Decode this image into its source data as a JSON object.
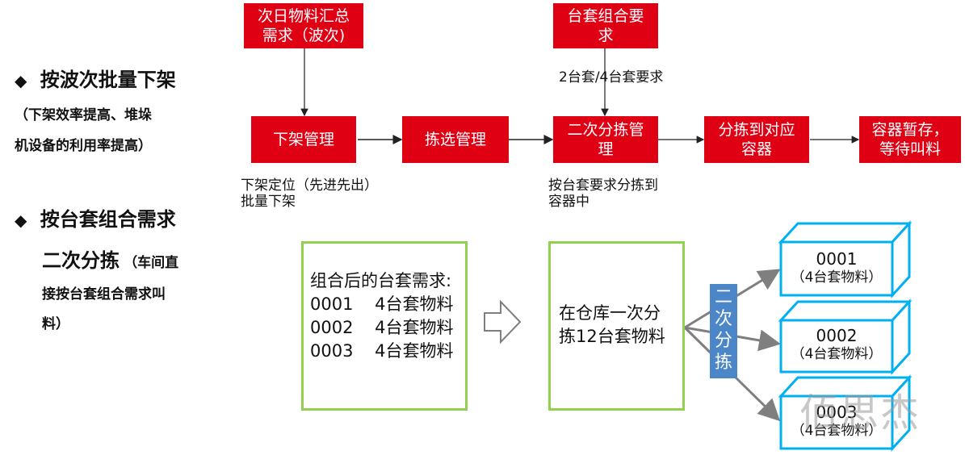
{
  "left": {
    "bullet1_title": "按波次批量下架",
    "bullet1_sub_line1": "（下架效率提高、堆垛",
    "bullet1_sub_line2": "机设备的利用率提高）",
    "bullet2_title_line1": "按台套组合需求",
    "bullet2_title_line2": "二次分拣",
    "bullet2_sub_inline": "（车间直",
    "bullet2_sub_line2": "接按台套组合需求叫",
    "bullet2_sub_line3": "料）"
  },
  "flow": {
    "top_left_line1": "次日物料汇总",
    "top_left_line2": "需求（波次)",
    "top_right_line1": "台套组合要",
    "top_right_line2": "求",
    "top_right_note": "2台套/4台套要求",
    "step1": "下架管理",
    "step2": "拣选管理",
    "step3_line1": "二次分拣管",
    "step3_line2": "理",
    "step4_line1": "分拣到对应",
    "step4_line2": "容器",
    "step5_line1": "容器暂存，",
    "step5_line2": "等待叫料",
    "note_step1_line1": "下架定位（先进先出）",
    "note_step1_line2": "批量下架",
    "note_step3_line1": "按台套要求分拣到",
    "note_step3_line2": "容器中"
  },
  "lower": {
    "box1_line1": "组合后的台套需求:",
    "box1_line2": "0001    4台套物料",
    "box1_line3": "0002    4台套物料",
    "box1_line4": "0003    4台套物料",
    "box2_line1": "在仓库一次分",
    "box2_line2": "拣12台套物料",
    "label": [
      "二",
      "次",
      "分",
      "拣"
    ],
    "containers": [
      {
        "code": "0001",
        "desc": "（4台套物料）"
      },
      {
        "code": "0002",
        "desc": "（4台套物料）"
      },
      {
        "code": "0003",
        "desc": "（4台套物料）"
      }
    ]
  },
  "watermark": "佰思杰",
  "colors": {
    "red": "#e00014",
    "green": "#92d050",
    "cyan": "#00b0f0",
    "blue_label": "#4a86c8"
  }
}
